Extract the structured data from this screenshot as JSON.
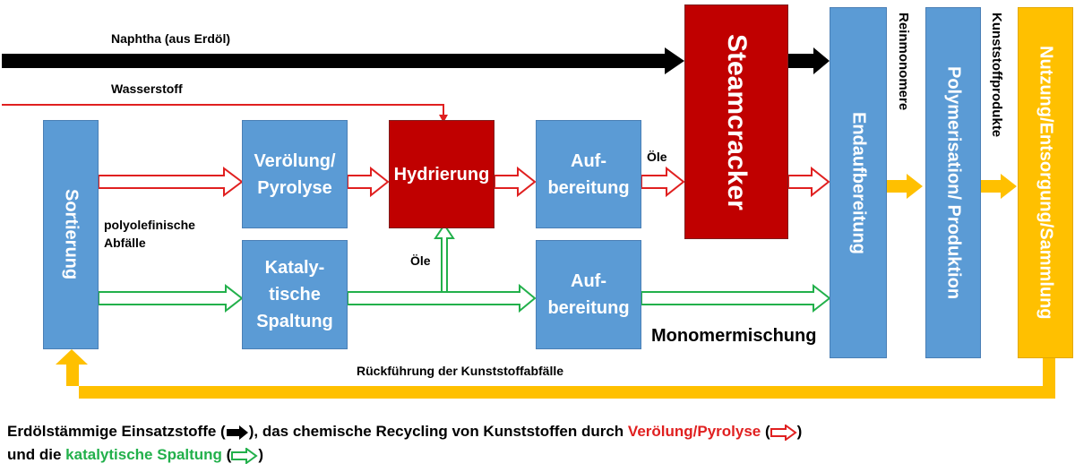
{
  "labels": {
    "naphtha": "Naphtha (aus Erdöl)",
    "wasserstoff": "Wasserstoff",
    "polyolefinische": "polyolefinische\nAbfälle",
    "oele_top": "Öle",
    "oele_mid": "Öle",
    "monomermischung": "Monomermischung",
    "rueckfuehrung": "Rückführung der Kunststoffabfälle",
    "reinmonomere": "Reinmonomere",
    "kunststoffprodukte": "Kunststoffprodukte"
  },
  "boxes": {
    "sortierung": "Sortierung",
    "veroelung": "Verölung/\nPyrolyse",
    "hydrierung": "Hydrierung",
    "aufbereitung_top": "Auf-\nbereitung",
    "katalytische": "Kataly-\ntische\nSpaltung",
    "aufbereitung_bottom": "Auf-\nbereitung",
    "steamcracker": "Steamcracker",
    "endaufbereitung": "Endaufbereitung",
    "polymerisation": "Polymerisation/ Produktion",
    "nutzung": "Nutzung/Entsorgung/Sammlung"
  },
  "legend": {
    "line1_part1": "Erdölstämmige Einsatzstoffe (",
    "line1_part2": "), das chemische Recycling von Kunststoffen durch ",
    "line1_red": "Verölung/Pyrolyse",
    "line1_part3": " (",
    "line1_part4": ")",
    "line2_part1": "und die ",
    "line2_green": "katalytische Spaltung",
    "line2_part2": " (",
    "line2_part3": ")"
  },
  "colors": {
    "box_blue": "#5b9bd5",
    "box_red": "#c00000",
    "box_gold": "#ffc000",
    "arrow_black": "#000000",
    "arrow_red": "#e02020",
    "arrow_green": "#22b04b",
    "arrow_gold": "#ffc000"
  }
}
